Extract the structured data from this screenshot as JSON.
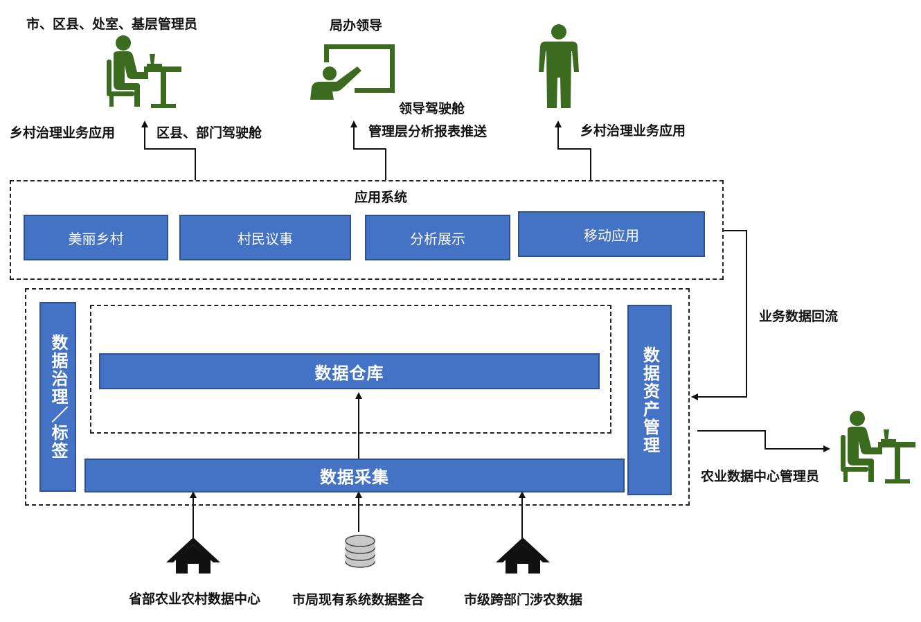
{
  "top": {
    "left_users": "市、区县、处室、基层管理员",
    "center_users": "局办领导",
    "left_outputs": [
      "乡村治理业务应用",
      "区县、部门驾驶舱"
    ],
    "center_outputs": [
      "领导驾驶舱",
      "管理层分析报表推送"
    ],
    "right_outputs": "乡村治理业务应用"
  },
  "app_system": {
    "title": "应用系统",
    "modules": [
      "美丽乡村",
      "村民议事",
      "分析展示",
      "移动应用"
    ]
  },
  "platform": {
    "governance": "数据治理／标签",
    "warehouse": "数据仓库",
    "collection": "数据采集",
    "asset_management": "数据资产管理"
  },
  "feedback_label": "业务数据回流",
  "admin_label": "农业数据中心管理员",
  "sources": [
    "省部农业农村数据中心",
    "市局现有系统数据整合",
    "市级跨部门涉农数据"
  ],
  "colors": {
    "box_fill": "#4472c4",
    "box_border": "#2f528f",
    "icon_green": "#3a6b1e"
  },
  "icons": [
    "desk-user-icon",
    "presentation-board-icon",
    "standing-person-icon",
    "house-icon",
    "database-icon"
  ]
}
